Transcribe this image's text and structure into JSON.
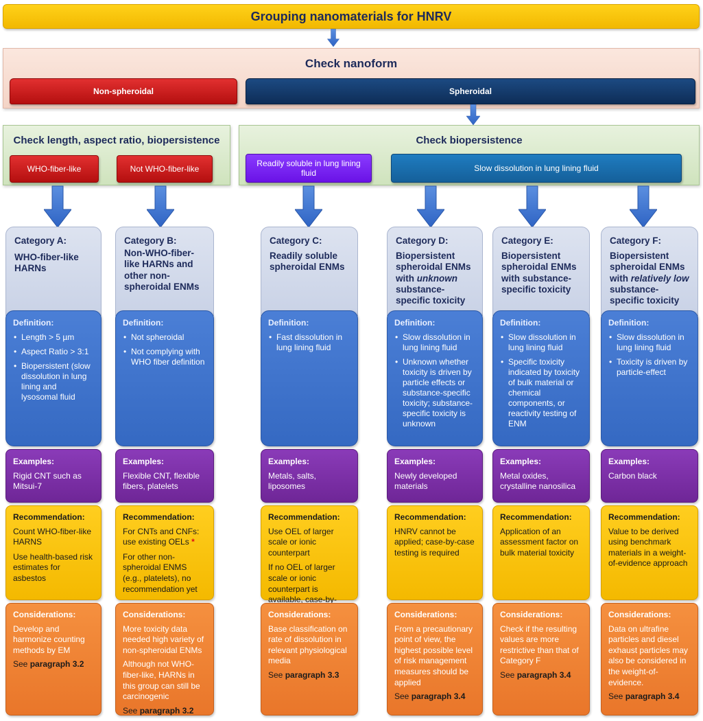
{
  "title": "Grouping nanomaterials for HNRV",
  "nanoform": {
    "header": "Check nanoform",
    "non_spheroidal": "Non-spheroidal",
    "spheroidal": "Spheroidal"
  },
  "left_check": {
    "header": "Check length, aspect ratio, biopersistence",
    "who_fiber": "WHO-fiber-like",
    "not_who_fiber": "Not WHO-fiber-like"
  },
  "right_check": {
    "header": "Check biopersistence",
    "readily_soluble": "Readily soluble in lung lining fluid",
    "slow_dissolution": "Slow dissolution in lung lining fluid"
  },
  "categories": [
    {
      "label": "Category A:",
      "name": "WHO-fiber-like HARNs",
      "def_header": "Definition:",
      "definition": [
        "Length > 5 µm",
        "Aspect Ratio > 3:1",
        "Biopersistent (slow dissolution in lung lining and lysosomal fluid"
      ],
      "ex_header": "Examples:",
      "examples": "Rigid CNT such as Mitsui-7",
      "rec_header": "Recommendation:",
      "recommendation": [
        "Count WHO-fiber-like HARNS",
        "Use health-based risk estimates for asbestos"
      ],
      "con_header": "Considerations:",
      "considerations": [
        "Develop and harmonize counting methods by EM"
      ],
      "see": "See",
      "paragraph": "paragraph 3.2"
    },
    {
      "label": "Category B:",
      "name": "Non-WHO-fiber-like HARNs and other non-spheroidal ENMs",
      "def_header": "Definition:",
      "definition": [
        "Not spheroidal",
        "Not complying with WHO fiber definition"
      ],
      "ex_header": "Examples:",
      "examples": "Flexible CNT, flexible fibers, platelets",
      "rec_header": "Recommendation:",
      "recommendation": [
        "For CNTs and CNFs: use existing OELs",
        "For other non-spheroidal ENMS (e.g., platelets),  no recommendation yet"
      ],
      "rec_star": "*",
      "con_header": "Considerations:",
      "considerations": [
        "More toxicity data needed high variety of non-spheroidal ENMs",
        "Although not WHO-fiber-like, HARNs in this group can still be carcinogenic"
      ],
      "see": "See",
      "paragraph": "paragraph 3.2"
    },
    {
      "label": "Category C:",
      "name": "Readily soluble spheroidal ENMs",
      "def_header": "Definition:",
      "definition": [
        "Fast dissolution in lung lining fluid"
      ],
      "ex_header": "Examples:",
      "examples": "Metals, salts, liposomes",
      "rec_header": "Recommendation:",
      "recommendation": [
        "Use OEL of larger scale or ionic counterpart",
        "If no OEL of larger scale or ionic counterpart is available, case-by-case testing is required"
      ],
      "con_header": "Considerations:",
      "considerations": [
        "Base classification on rate of dissolution in relevant physiological media"
      ],
      "see": "See",
      "paragraph": "paragraph 3.3"
    },
    {
      "label": "Category D:",
      "name_pre": "Biopersistent spheroidal ENMs with ",
      "name_em": "unknown",
      "name_post": " substance-specific toxicity",
      "def_header": "Definition:",
      "definition": [
        "Slow dissolution in lung lining fluid",
        "Unknown whether toxicity is driven by particle effects or substance-specific toxicity; substance-specific toxicity is unknown"
      ],
      "ex_header": "Examples:",
      "examples": "Newly developed materials",
      "rec_header": "Recommendation:",
      "recommendation": [
        "HNRV cannot be applied; case-by-case testing is required"
      ],
      "con_header": "Considerations:",
      "considerations": [
        "From a precautionary point of view, the highest possible level of risk management measures should be applied"
      ],
      "see": "See",
      "paragraph": "paragraph 3.4"
    },
    {
      "label": "Category E:",
      "name": "Biopersistent spheroidal ENMs with substance-specific toxicity",
      "def_header": "Definition:",
      "definition": [
        "Slow dissolution in lung lining fluid",
        "Specific toxicity indicated by toxicity of bulk material or chemical components, or reactivity testing of ENM"
      ],
      "ex_header": "Examples:",
      "examples": "Metal oxides, crystalline nanosilica",
      "rec_header": "Recommendation:",
      "recommendation": [
        "Application of an assessment factor on bulk material toxicity"
      ],
      "con_header": "Considerations:",
      "considerations": [
        "Check if the resulting values are more restrictive than that of Category F"
      ],
      "see": "See",
      "paragraph": "paragraph 3.4"
    },
    {
      "label": "Category F:",
      "name_pre": "Biopersistent spheroidal ENMs with ",
      "name_em": "relatively low",
      "name_post": " substance-specific toxicity",
      "def_header": "Definition:",
      "definition": [
        "Slow dissolution in lung lining fluid",
        "Toxicity is driven by particle-effect"
      ],
      "ex_header": "Examples:",
      "examples": "Carbon black",
      "rec_header": "Recommendation:",
      "recommendation": [
        "Value to be derived using benchmark materials in a weight-of-evidence approach"
      ],
      "con_header": "Considerations:",
      "considerations": [
        "Data on ultrafine particles and diesel exhaust particles may also be considered in the weight-of-evidence."
      ],
      "see": "See",
      "paragraph": "paragraph 3.4"
    }
  ]
}
